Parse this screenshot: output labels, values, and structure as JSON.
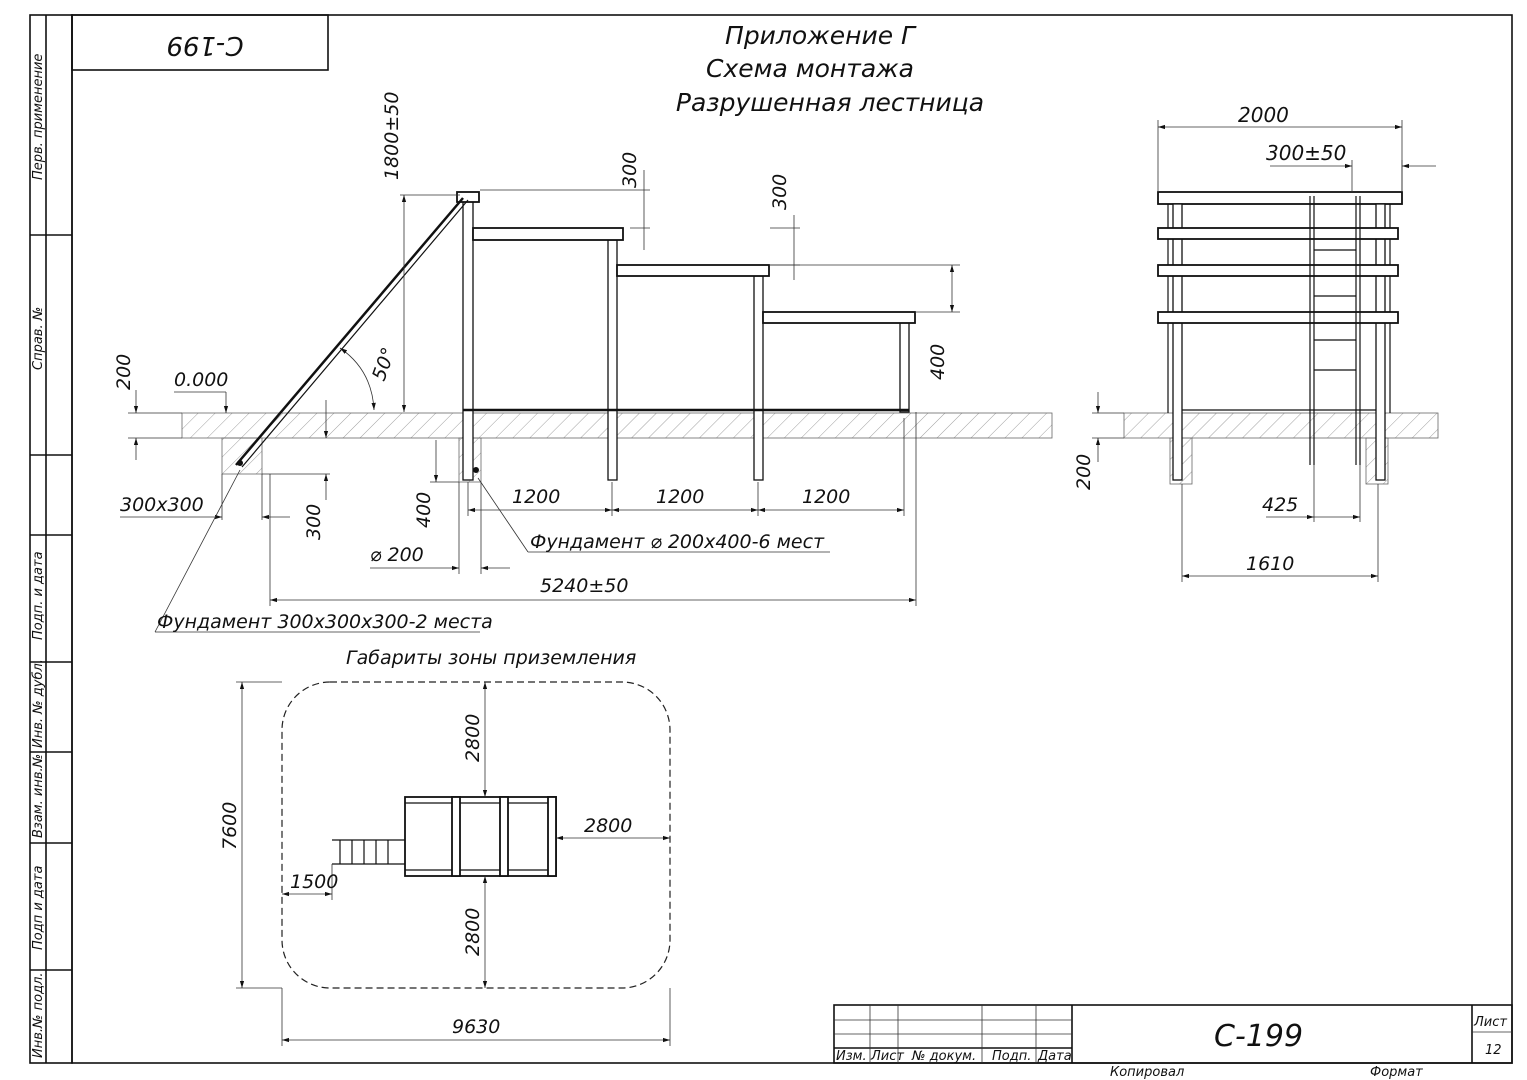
{
  "sheet": {
    "code_rotated": "С-199",
    "title_lines": [
      "Приложение Г",
      "Схема монтажа",
      "Разрушенная лестница"
    ],
    "left_strip": [
      "Перв. применение",
      "Справ. №",
      "Подп. и дата",
      "Инв. № дубл.",
      "Взам. инв.№",
      "Подп и дата",
      "Инв.№ подл."
    ]
  },
  "side_view": {
    "dims": {
      "height_total": "1800±50",
      "step_300_a": "300",
      "step_300_b": "300",
      "height_400": "400",
      "ground_200": "200",
      "level": "0.000",
      "angle": "50°",
      "found_300x300": "300x300",
      "found_depth_300": "300",
      "found_depth_400": "400",
      "span_1": "1200",
      "span_2": "1200",
      "span_3": "1200",
      "diameter": "⌀ 200",
      "length_total": "5240±50"
    },
    "notes": {
      "foundation_round": "Фундамент ⌀ 200х400-6 мест",
      "foundation_square": "Фундамент 300х300х300-2 места"
    }
  },
  "front_view": {
    "dims": {
      "width_total": "2000",
      "offset": "300±50",
      "ground_200": "200",
      "ladder_425": "425",
      "post_span": "1610"
    }
  },
  "landing_zone": {
    "title": "Габариты зоны приземления",
    "dims": {
      "top": "2800",
      "right": "2800",
      "bottom": "2800",
      "left_ladder": "1500",
      "height": "7600",
      "width": "9630"
    }
  },
  "title_block": {
    "headers": [
      "Изм.",
      "Лист",
      "№ докум.",
      "Подп.",
      "Дата"
    ],
    "designation": "С-199",
    "sheet_label": "Лист",
    "sheet_number": "12",
    "copied": "Копировал",
    "format": "Формат"
  }
}
